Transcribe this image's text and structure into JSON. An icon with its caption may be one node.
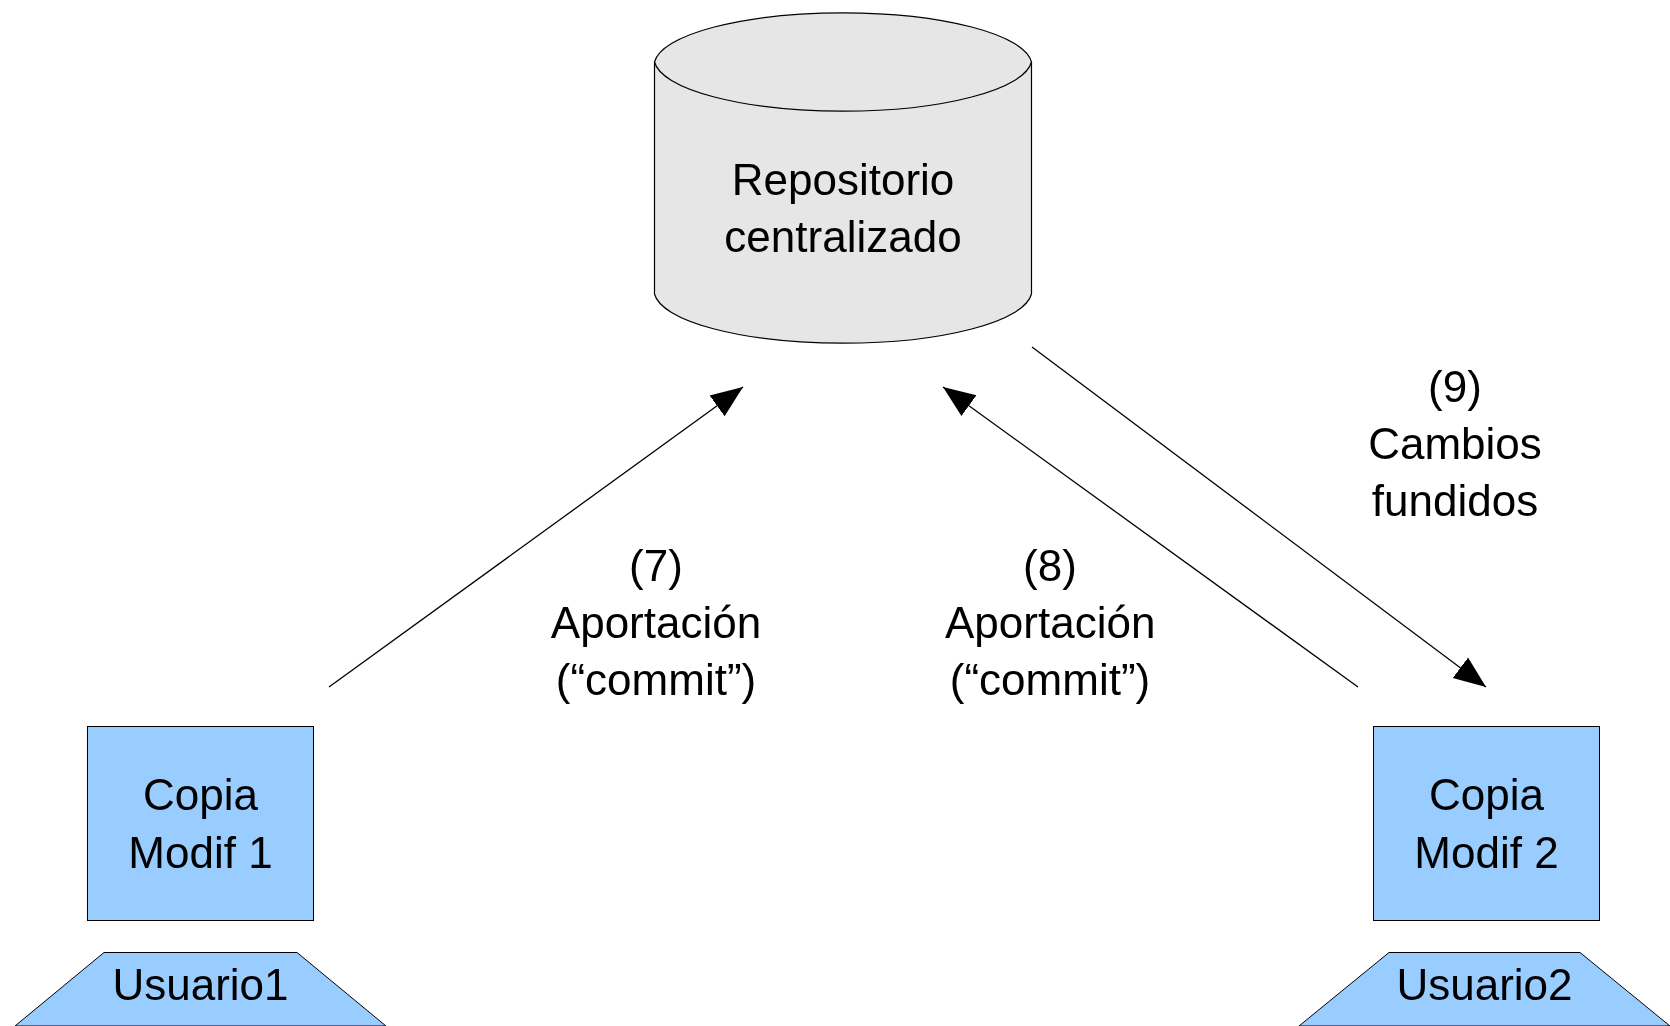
{
  "diagram": {
    "nodes": [
      {
        "text": [
          "Repositorio centralizado"
        ]
      },
      {
        "text": [
          "Copia Modif 1"
        ]
      },
      {
        "text": [
          "Usuario1"
        ]
      },
      {
        "text": [
          "Copia Modif 2"
        ]
      },
      {
        "text": [
          "Usuario2"
        ]
      }
    ],
    "edges": [
      {
        "from": 1,
        "to": 0,
        "arrow": "to",
        "label": "(7) Aportación (“commit”)"
      },
      {
        "from": 3,
        "to": 0,
        "arrow": "to",
        "label": "(8) Aportación (“commit”)"
      },
      {
        "from": 0,
        "to": 3,
        "arrow": "to",
        "label": "(9) Cambios fundidos"
      }
    ]
  }
}
